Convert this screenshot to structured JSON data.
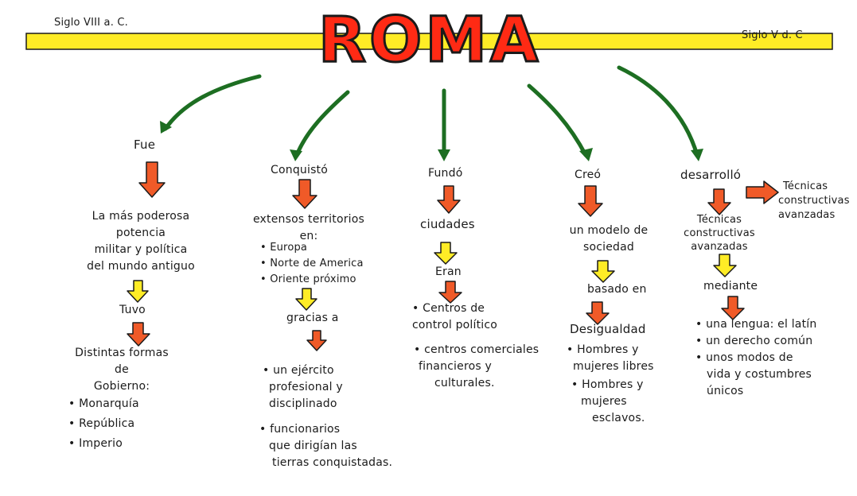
{
  "title": "ROMA",
  "timeline": {
    "start": "Siglo VIII a. C.",
    "end": "Siglo V d. C"
  },
  "colors": {
    "title_fill": "#ff2a14",
    "bar_fill": "#ffec26",
    "connector_green": "#1d6e22",
    "arrow_red": "#f05a28",
    "arrow_yellow": "#ffec26",
    "outline": "#1a1a1a"
  },
  "branches": [
    {
      "verb": "Fue",
      "n1": [
        "La más poderosa",
        "potencia",
        "militar y política",
        "del mundo antiguo"
      ],
      "link": "Tuvo",
      "n2": [
        "Distintas formas",
        "de",
        "Gobierno:"
      ],
      "items": [
        "Monarquía",
        "República",
        "Imperio"
      ]
    },
    {
      "verb": "Conquistó",
      "n1": [
        "extensos territorios",
        "en:"
      ],
      "places": [
        "Europa",
        "Norte de America",
        "Oriente próximo"
      ],
      "link": "gracias a",
      "items": [
        [
          "un ejército",
          "profesional y",
          "disciplinado"
        ],
        [
          "funcionarios",
          "que dirigían las",
          "tierras conquistadas."
        ]
      ]
    },
    {
      "verb": "Fundó",
      "n1": "ciudades",
      "link": "Eran",
      "items": [
        [
          "Centros de",
          "control político"
        ],
        [
          "centros comerciales",
          "financieros y",
          "culturales."
        ]
      ]
    },
    {
      "verb": "Creó",
      "n1": [
        "un modelo de",
        "sociedad"
      ],
      "link": "basado en",
      "n2": "Desigualdad",
      "items": [
        [
          "Hombres y",
          "mujeres libres"
        ],
        [
          "Hombres y",
          "mujeres",
          "esclavos."
        ]
      ]
    },
    {
      "verb": "desarrolló",
      "side": [
        "Técnicas",
        "constructivas",
        "avanzadas"
      ],
      "n1": [
        "Técnicas",
        "constructivas",
        "avanzadas"
      ],
      "link": "mediante",
      "items": [
        [
          "una lengua: el latín"
        ],
        [
          "un derecho común"
        ],
        [
          "unos modos de",
          "vida y costumbres",
          "únicos"
        ]
      ]
    }
  ]
}
